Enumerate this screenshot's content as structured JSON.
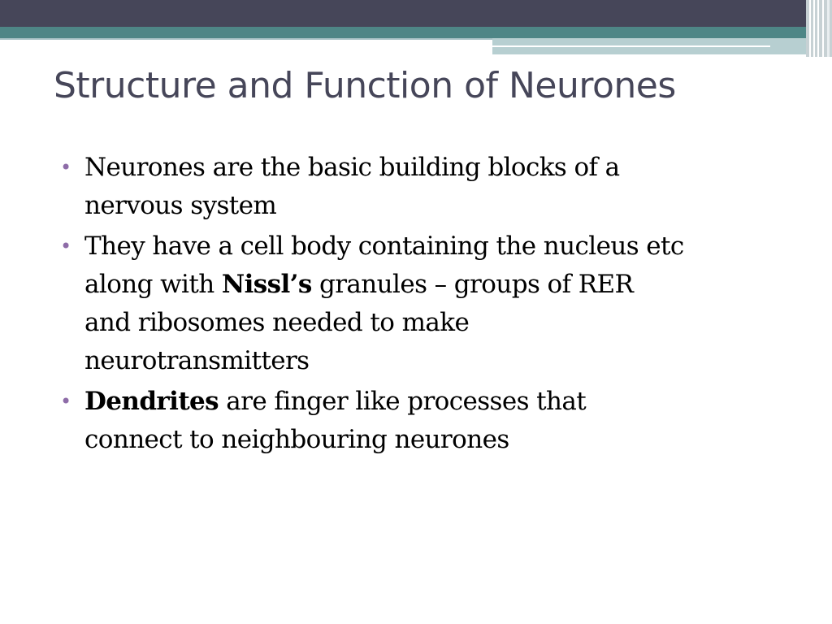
{
  "slide": {
    "title": "Structure and Function of Neurones",
    "bullet_glyph": "•",
    "bullets": [
      {
        "line1": "Neurones are the basic building blocks of a",
        "line2": "nervous system"
      },
      {
        "line1": "They have a cell body containing the nucleus etc",
        "line2_pre": "along with ",
        "line2_bold": "Nissl’s",
        "line2_post": " granules – groups of RER",
        "line3": "and ribosomes needed to make",
        "line4": "neurotransmitters"
      },
      {
        "line1_bold": "Dendrites",
        "line1_post": " are finger like processes that",
        "line2": "connect to neighbouring neurones"
      }
    ]
  },
  "colors": {
    "header_dark": "#464659",
    "header_teal": "#4e8686",
    "header_light": "#b7cfd1",
    "title_text": "#464659",
    "bullet_marker": "#8e6ca8",
    "body_text": "#000000"
  }
}
